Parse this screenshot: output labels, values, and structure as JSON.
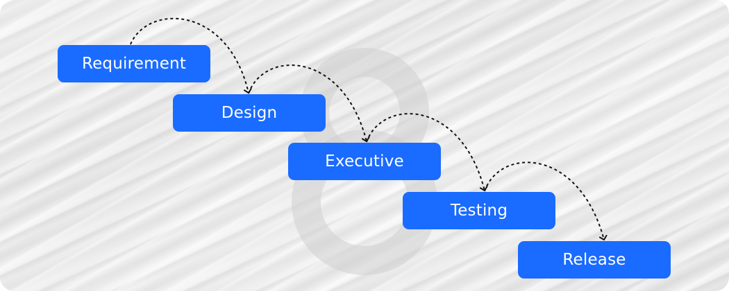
{
  "diagram": {
    "steps": [
      {
        "label": "Requirement"
      },
      {
        "label": "Design"
      },
      {
        "label": "Executive"
      },
      {
        "label": "Testing"
      },
      {
        "label": "Release"
      }
    ],
    "colors": {
      "step_fill": "#1a6bff",
      "step_text": "#ffffff",
      "arrow": "#111111"
    },
    "connectors": [
      {
        "from": "Requirement",
        "to": "Design"
      },
      {
        "from": "Design",
        "to": "Executive"
      },
      {
        "from": "Executive",
        "to": "Testing"
      },
      {
        "from": "Testing",
        "to": "Release"
      }
    ]
  }
}
